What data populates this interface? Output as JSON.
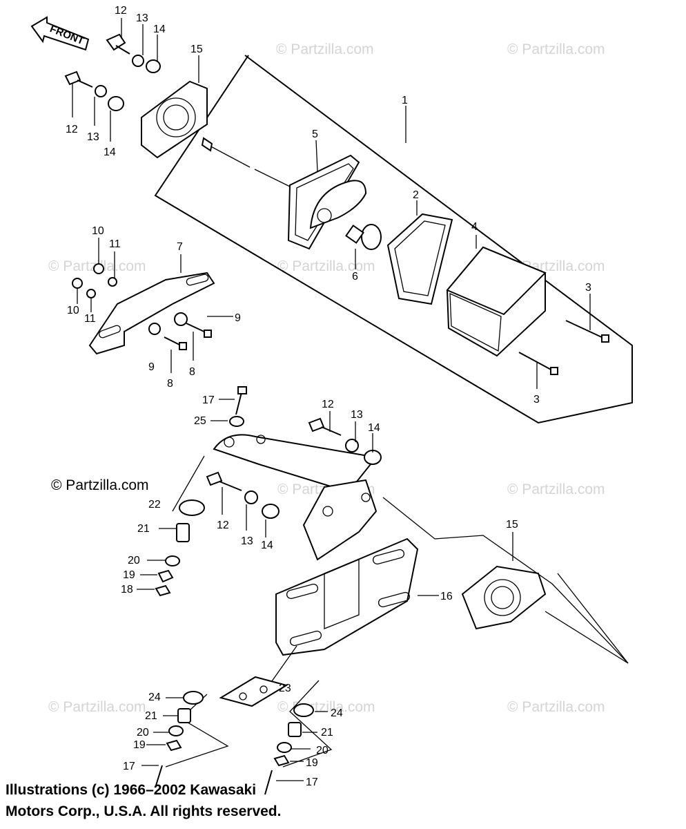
{
  "watermarks": {
    "main": "© Partzilla.com",
    "faint": "© Partzilla.com"
  },
  "front_arrow": {
    "label": "FRONT"
  },
  "callouts": {
    "c1": "1",
    "c2": "2",
    "c3a": "3",
    "c3b": "3",
    "c4": "4",
    "c5": "5",
    "c6": "6",
    "c7": "7",
    "c8a": "8",
    "c8b": "8",
    "c9a": "9",
    "c9b": "9",
    "c10a": "10",
    "c10b": "10",
    "c11a": "11",
    "c11b": "11",
    "c12a": "12",
    "c12b": "12",
    "c12c": "12",
    "c12d": "12",
    "c13a": "13",
    "c13b": "13",
    "c13c": "13",
    "c13d": "13",
    "c14a": "14",
    "c14b": "14",
    "c14c": "14",
    "c14d": "14",
    "c15a": "15",
    "c15b": "15",
    "c16": "16",
    "c17a": "17",
    "c17b": "17",
    "c17c": "17",
    "c18": "18",
    "c19a": "19",
    "c19b": "19",
    "c19c": "19",
    "c20a": "20",
    "c20b": "20",
    "c20c": "20",
    "c21a": "21",
    "c21b": "21",
    "c21c": "21",
    "c22": "22",
    "c23": "23",
    "c24a": "24",
    "c24b": "24",
    "c25": "25"
  },
  "copyright": {
    "line1": "Illustrations (c) 1966–2002 Kawasaki",
    "line2": "Motors Corp., U.S.A.  All rights reserved."
  }
}
